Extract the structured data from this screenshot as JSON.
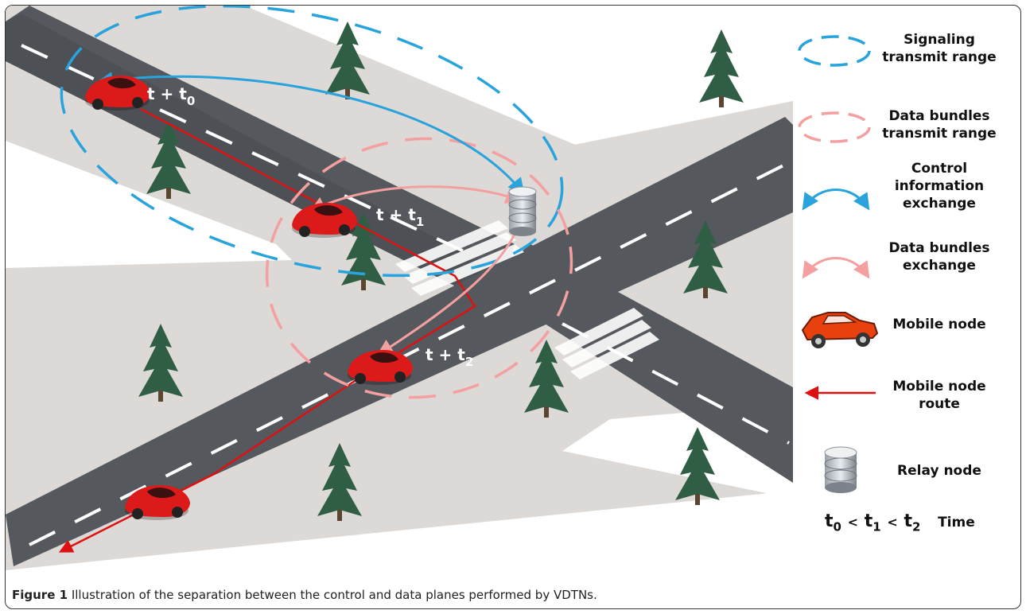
{
  "scene": {
    "car_labels": [
      {
        "base": "t + t",
        "sub": "0"
      },
      {
        "base": "t + t",
        "sub": "1"
      },
      {
        "base": "t + t",
        "sub": "2"
      }
    ]
  },
  "legend": {
    "items": [
      {
        "icon": "blue-dashed-ellipse-icon",
        "line1": "Signaling",
        "line2": "transmit range"
      },
      {
        "icon": "pink-dashed-ellipse-icon",
        "line1": "Data bundles",
        "line2": "transmit range"
      },
      {
        "icon": "blue-double-arrow-icon",
        "line1": "Control",
        "line2": "information",
        "line3": "exchange"
      },
      {
        "icon": "pink-double-arrow-icon",
        "line1": "Data bundles",
        "line2": "exchange"
      },
      {
        "icon": "car-icon",
        "line1": "Mobile node"
      },
      {
        "icon": "red-arrow-icon",
        "line1": "Mobile node",
        "line2": "route"
      },
      {
        "icon": "database-icon",
        "line1": "Relay node"
      }
    ],
    "time_relation": {
      "t0": "t",
      "s0": "0",
      "lt1": "<",
      "t1": "t",
      "s1": "1",
      "lt2": "<",
      "t2": "t",
      "s2": "2",
      "label": "Time"
    }
  },
  "caption": {
    "figure_number": "Figure 1",
    "text": "Illustration of the separation between the control and data planes performed by VDTNs."
  },
  "colors": {
    "signaling": "#29a3dc",
    "data": "#f4a0a0",
    "route": "#dd1111",
    "road": "#555a60",
    "sidewalk": "#d9d6d3",
    "car": "#dd1a1a"
  }
}
